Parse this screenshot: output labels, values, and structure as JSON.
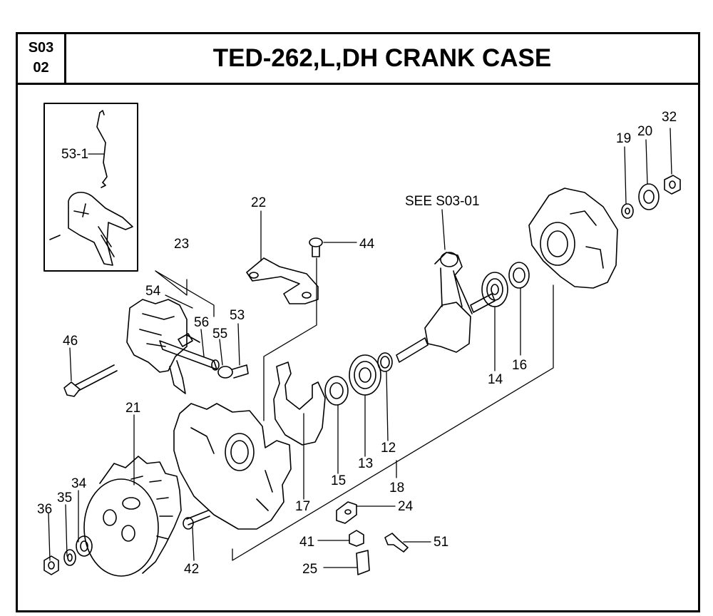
{
  "header": {
    "code_line1": "S03",
    "code_line2": "02",
    "title": "TED-262,L,DH CRANK CASE"
  },
  "callouts": {
    "c53_1": "53-1",
    "c22": "22",
    "c23": "23",
    "c54": "54",
    "c56": "56",
    "c55": "55",
    "c53": "53",
    "c46": "46",
    "c44": "44",
    "c21": "21",
    "c36": "36",
    "c35": "35",
    "c34": "34",
    "c42": "42",
    "c17": "17",
    "c15": "15",
    "c13": "13",
    "c12": "12",
    "c18": "18",
    "c14": "14",
    "c16": "16",
    "c19": "19",
    "c20": "20",
    "c32": "32",
    "c24": "24",
    "c41": "41",
    "c25": "25",
    "c51": "51",
    "see_ref": "SEE S03-01"
  }
}
